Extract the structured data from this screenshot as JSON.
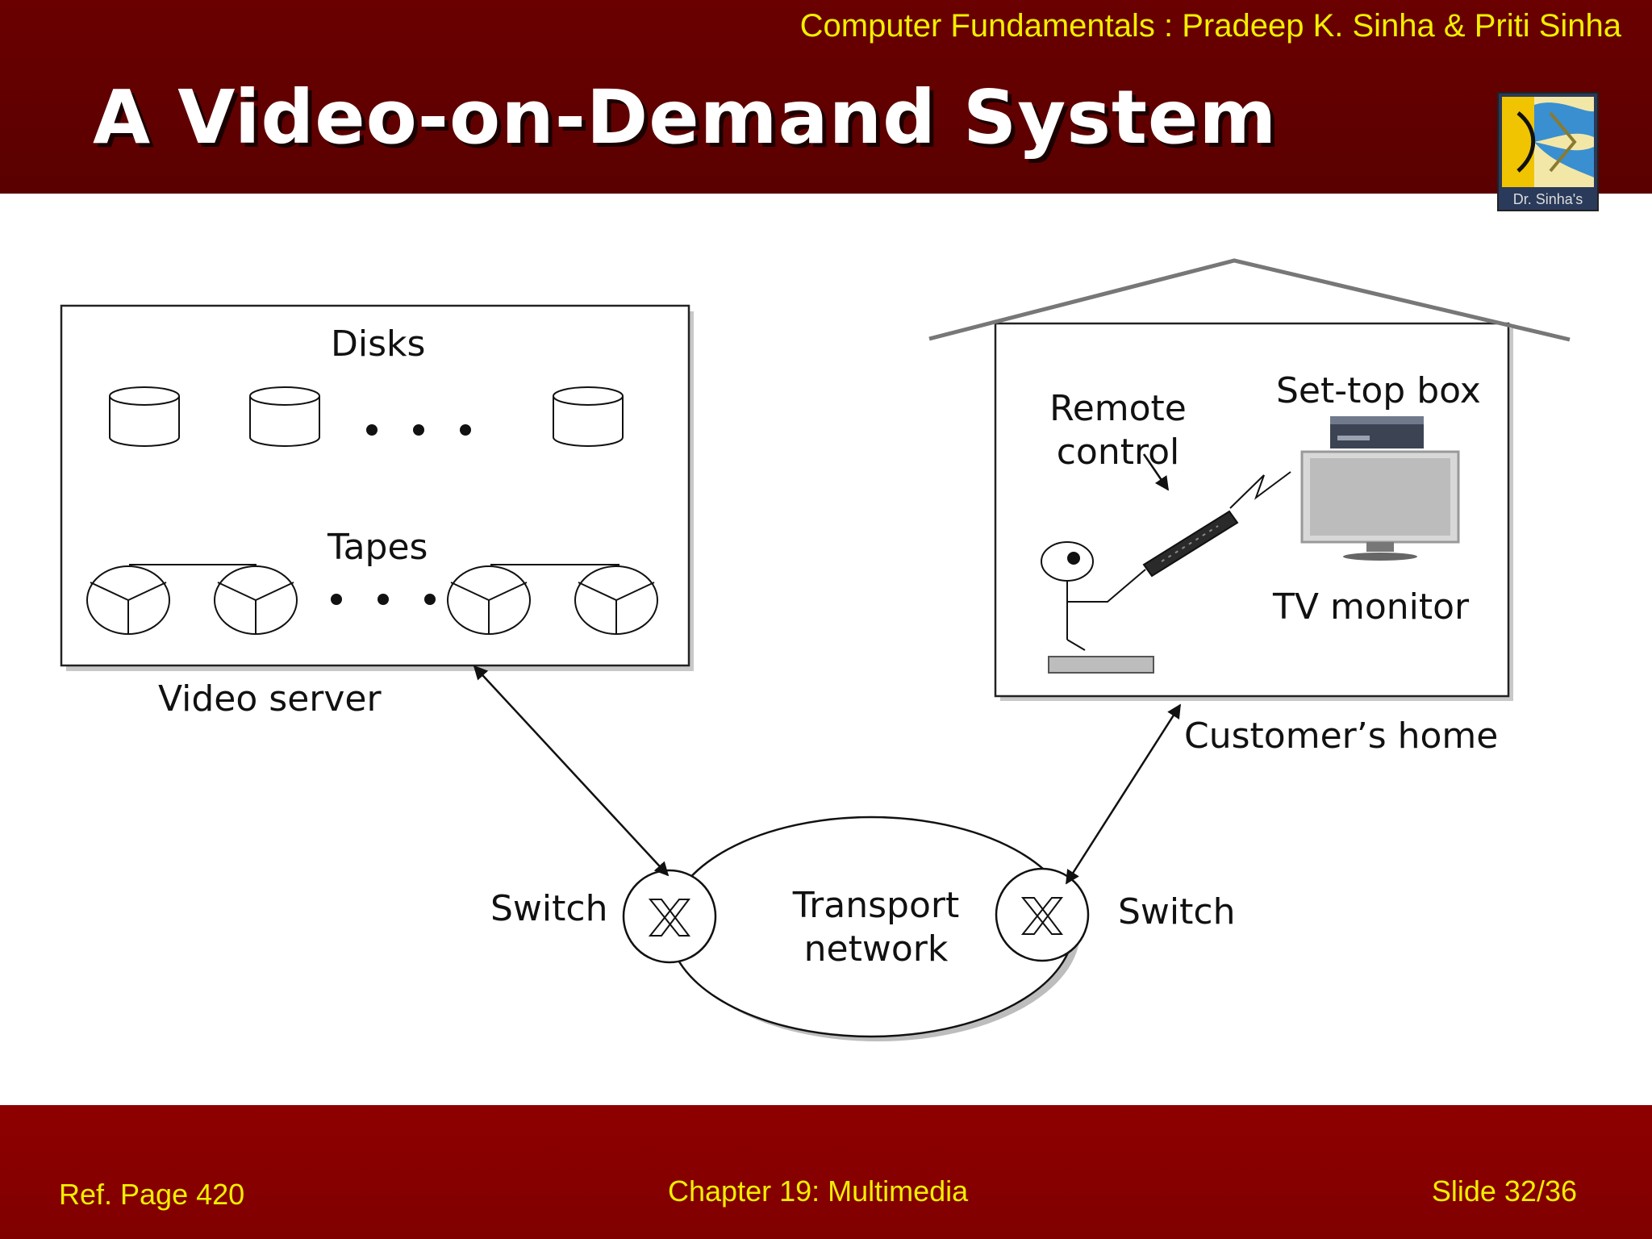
{
  "header": {
    "book_title": "Computer Fundamentals : Pradeep K. Sinha & Priti Sinha",
    "slide_title": "A Video-on-Demand System",
    "logo_text": "Dr. Sinha's"
  },
  "diagram": {
    "video_server": {
      "disks_label": "Disks",
      "tapes_label": "Tapes",
      "caption": "Video server"
    },
    "customer_home": {
      "remote_label_line1": "Remote",
      "remote_label_line2": "control",
      "settop_label": "Set-top box",
      "tv_label": "TV monitor",
      "caption": "Customer’s home"
    },
    "network": {
      "label_line1": "Transport",
      "label_line2": "network",
      "left_switch_label": "Switch",
      "right_switch_label": "Switch"
    }
  },
  "footer": {
    "ref_page": "Ref. Page  420",
    "chapter": "Chapter 19: Multimedia",
    "slide_number": "Slide 32/36"
  }
}
